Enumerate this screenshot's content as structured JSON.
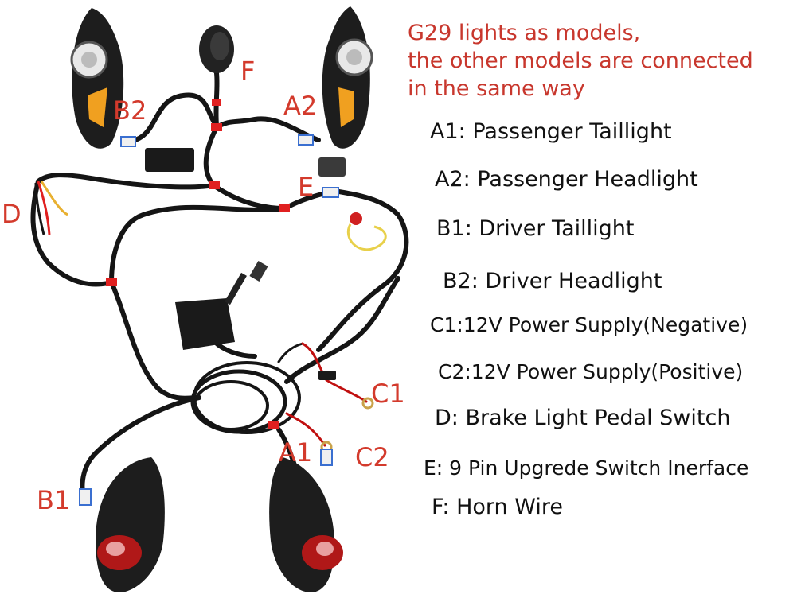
{
  "note": {
    "line1": "G29 lights  as models,",
    "line2": "the  other models are connected",
    "line3": "in the same way"
  },
  "legend": [
    {
      "text": "A1: Passenger Taillight"
    },
    {
      "text": "A2: Passenger Headlight"
    },
    {
      "text": "B1: Driver Taillight"
    },
    {
      "text": "B2: Driver Headlight"
    },
    {
      "text": "C1:12V Power Supply(Negative)"
    },
    {
      "text": "C2:12V Power Supply(Positive)"
    },
    {
      "text": "D: Brake Light Pedal Switch"
    },
    {
      "text": "E: 9 Pin Upgrede Switch Inerface"
    },
    {
      "text": "F: Horn Wire"
    }
  ],
  "labels": {
    "F": "F",
    "A2": "A2",
    "B2": "B2",
    "E": "E",
    "D": "D",
    "C1": "C1",
    "A1": "A1",
    "C2": "C2",
    "B1": "B1"
  },
  "colors": {
    "label_red": "#d33a2c",
    "wire": "#151515",
    "tie_red": "#e02020",
    "housing": "#1d1d1d",
    "amber": "#f0a020",
    "tail_red": "#b01818"
  }
}
